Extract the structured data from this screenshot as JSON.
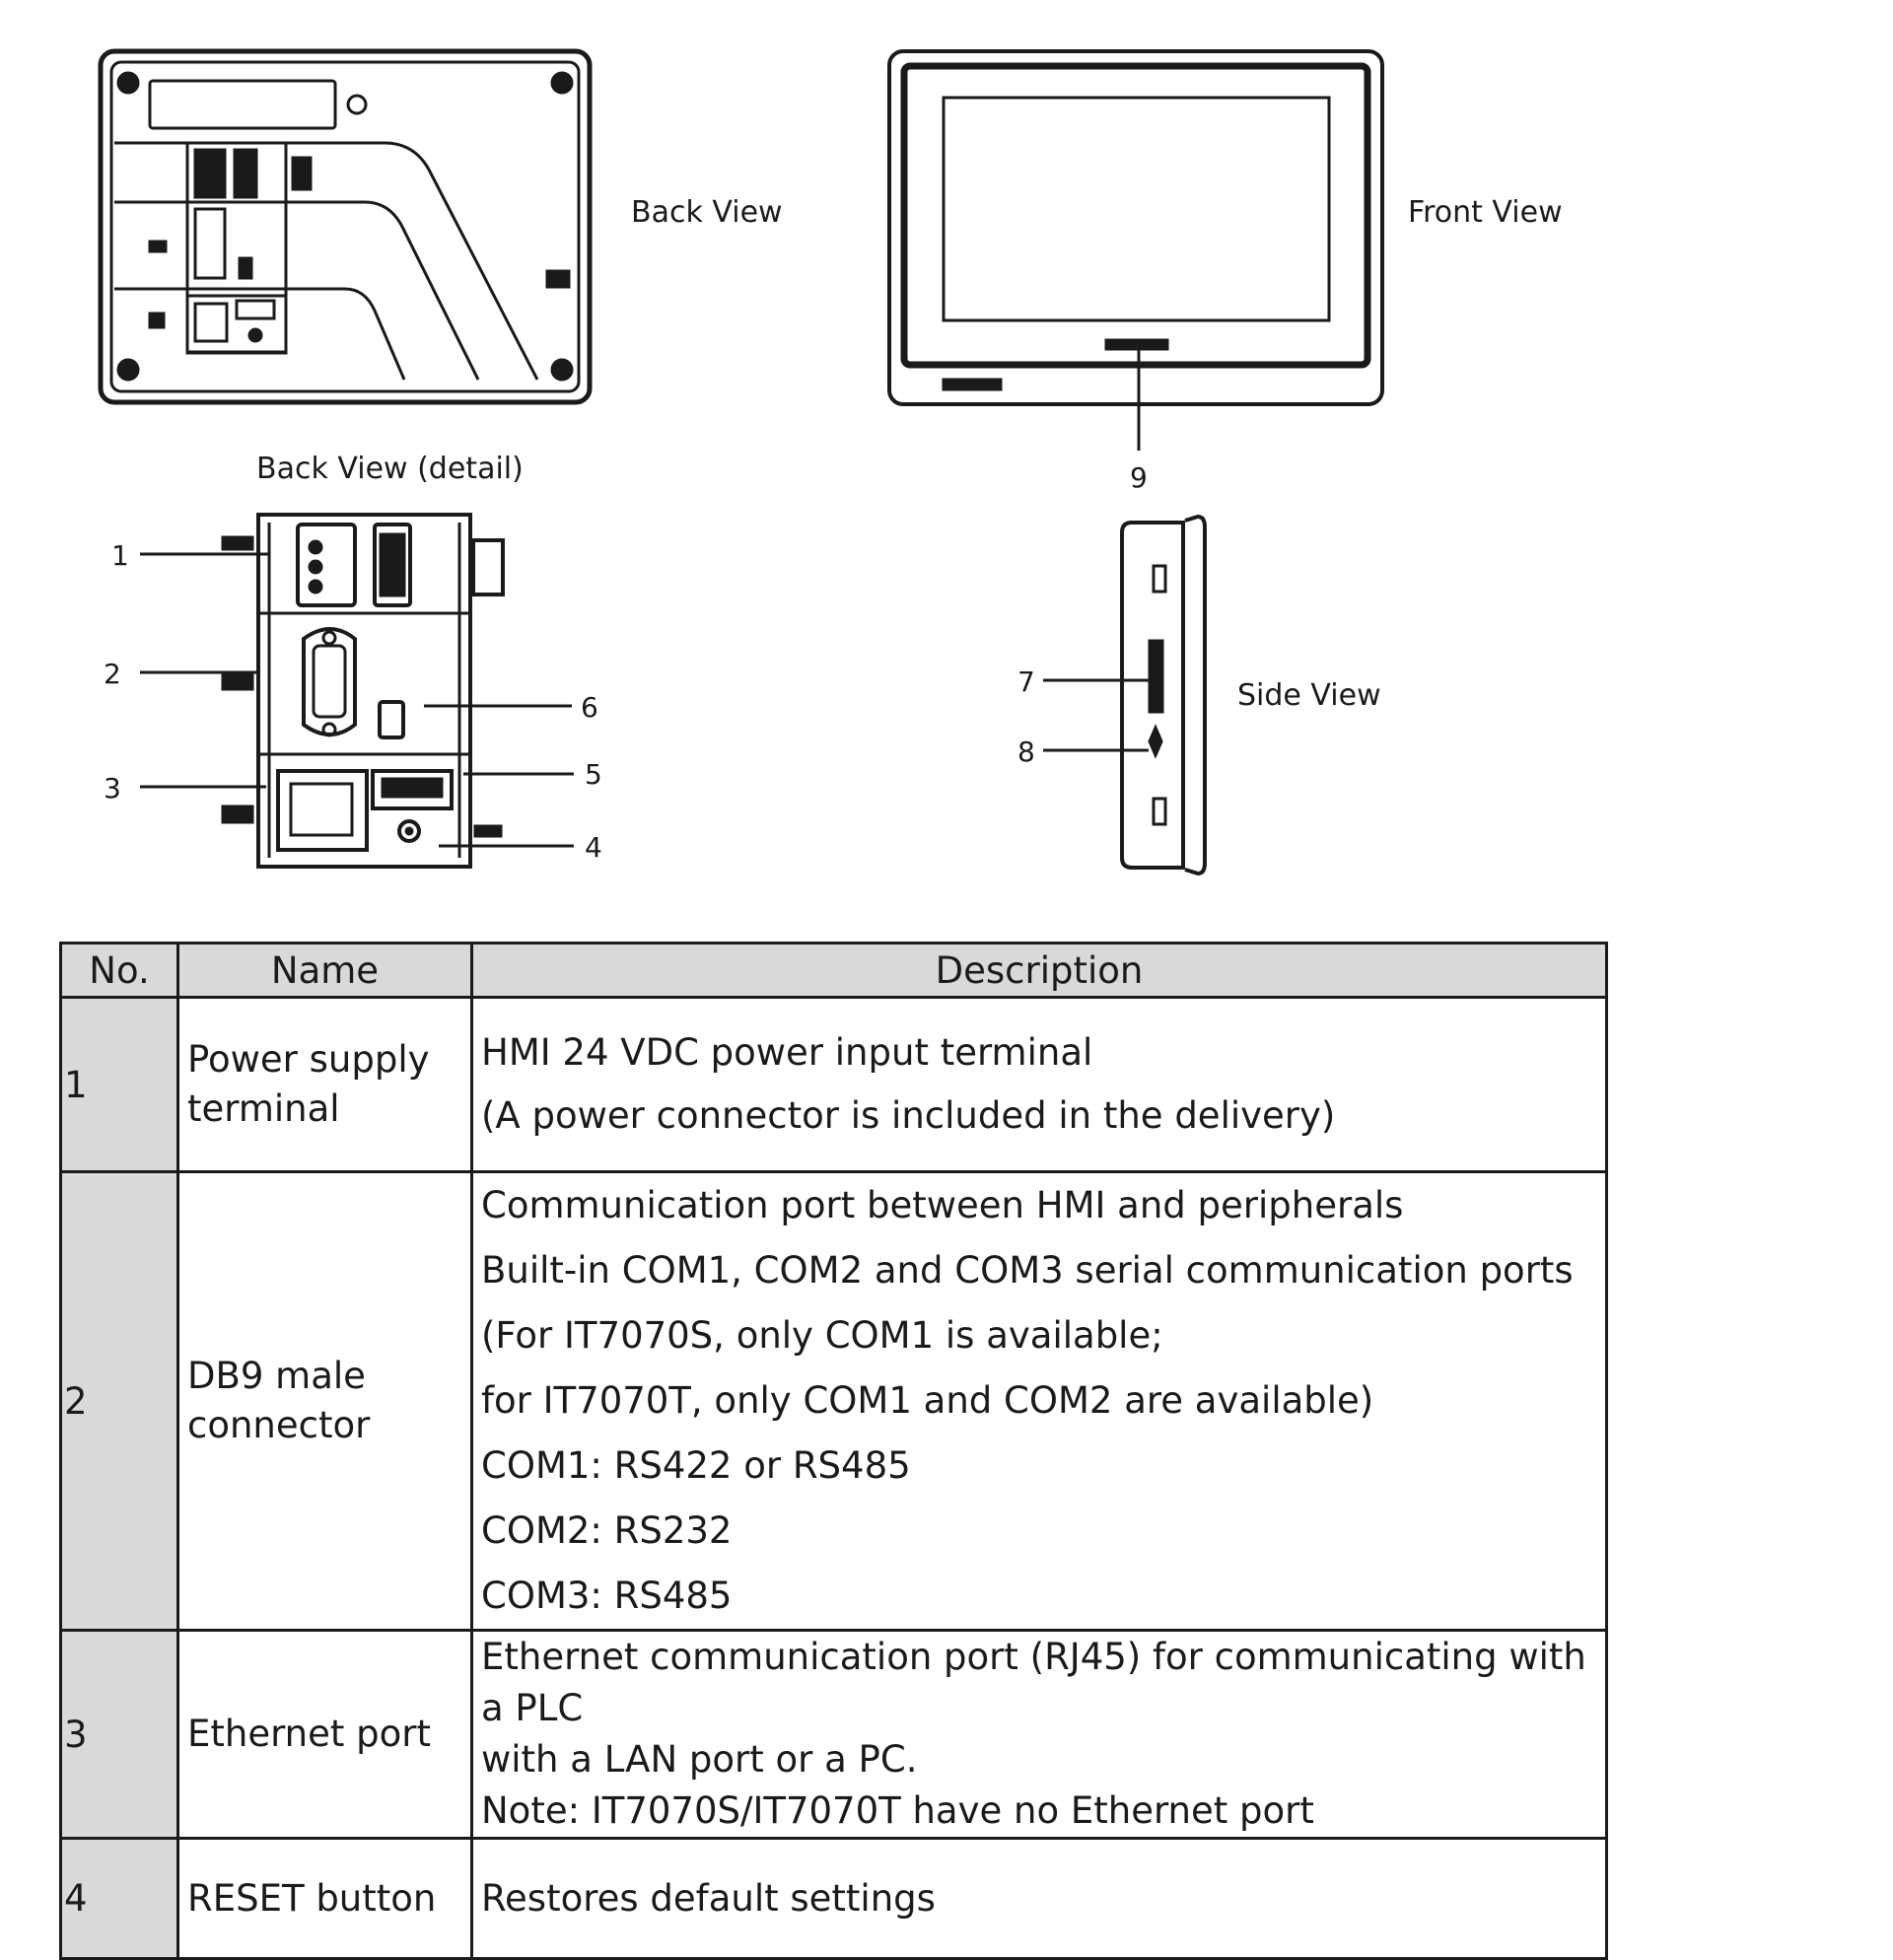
{
  "views": {
    "back_view": "Back View",
    "front_view": "Front View",
    "back_view_detail": "Back View (detail)",
    "side_view": "Side View"
  },
  "callouts": [
    "1",
    "2",
    "3",
    "4",
    "5",
    "6",
    "7",
    "8",
    "9"
  ],
  "table": {
    "headers": [
      "No.",
      "Name",
      "Description"
    ],
    "rows": [
      {
        "no": "1",
        "name": [
          "Power supply",
          "terminal"
        ],
        "description": [
          "HMI 24 VDC power input terminal",
          "(A power connector is included in the delivery)"
        ]
      },
      {
        "no": "2",
        "name": [
          "DB9 male",
          "connector"
        ],
        "description": [
          "Communication port between HMI and peripherals",
          "Built-in COM1, COM2 and COM3 serial communication ports",
          "(For IT7070S, only COM1 is available;",
          "for IT7070T, only COM1 and COM2 are available)",
          "COM1: RS422 or RS485",
          "COM2: RS232",
          "COM3: RS485"
        ]
      },
      {
        "no": "3",
        "name": [
          "Ethernet port"
        ],
        "description": [
          "Ethernet communication port (RJ45) for communicating with a PLC",
          "with a LAN port or a PC.",
          "Note: IT7070S/IT7070T have no Ethernet port"
        ]
      },
      {
        "no": "4",
        "name": [
          "RESET button"
        ],
        "description": [
          "Restores default settings"
        ]
      }
    ]
  }
}
